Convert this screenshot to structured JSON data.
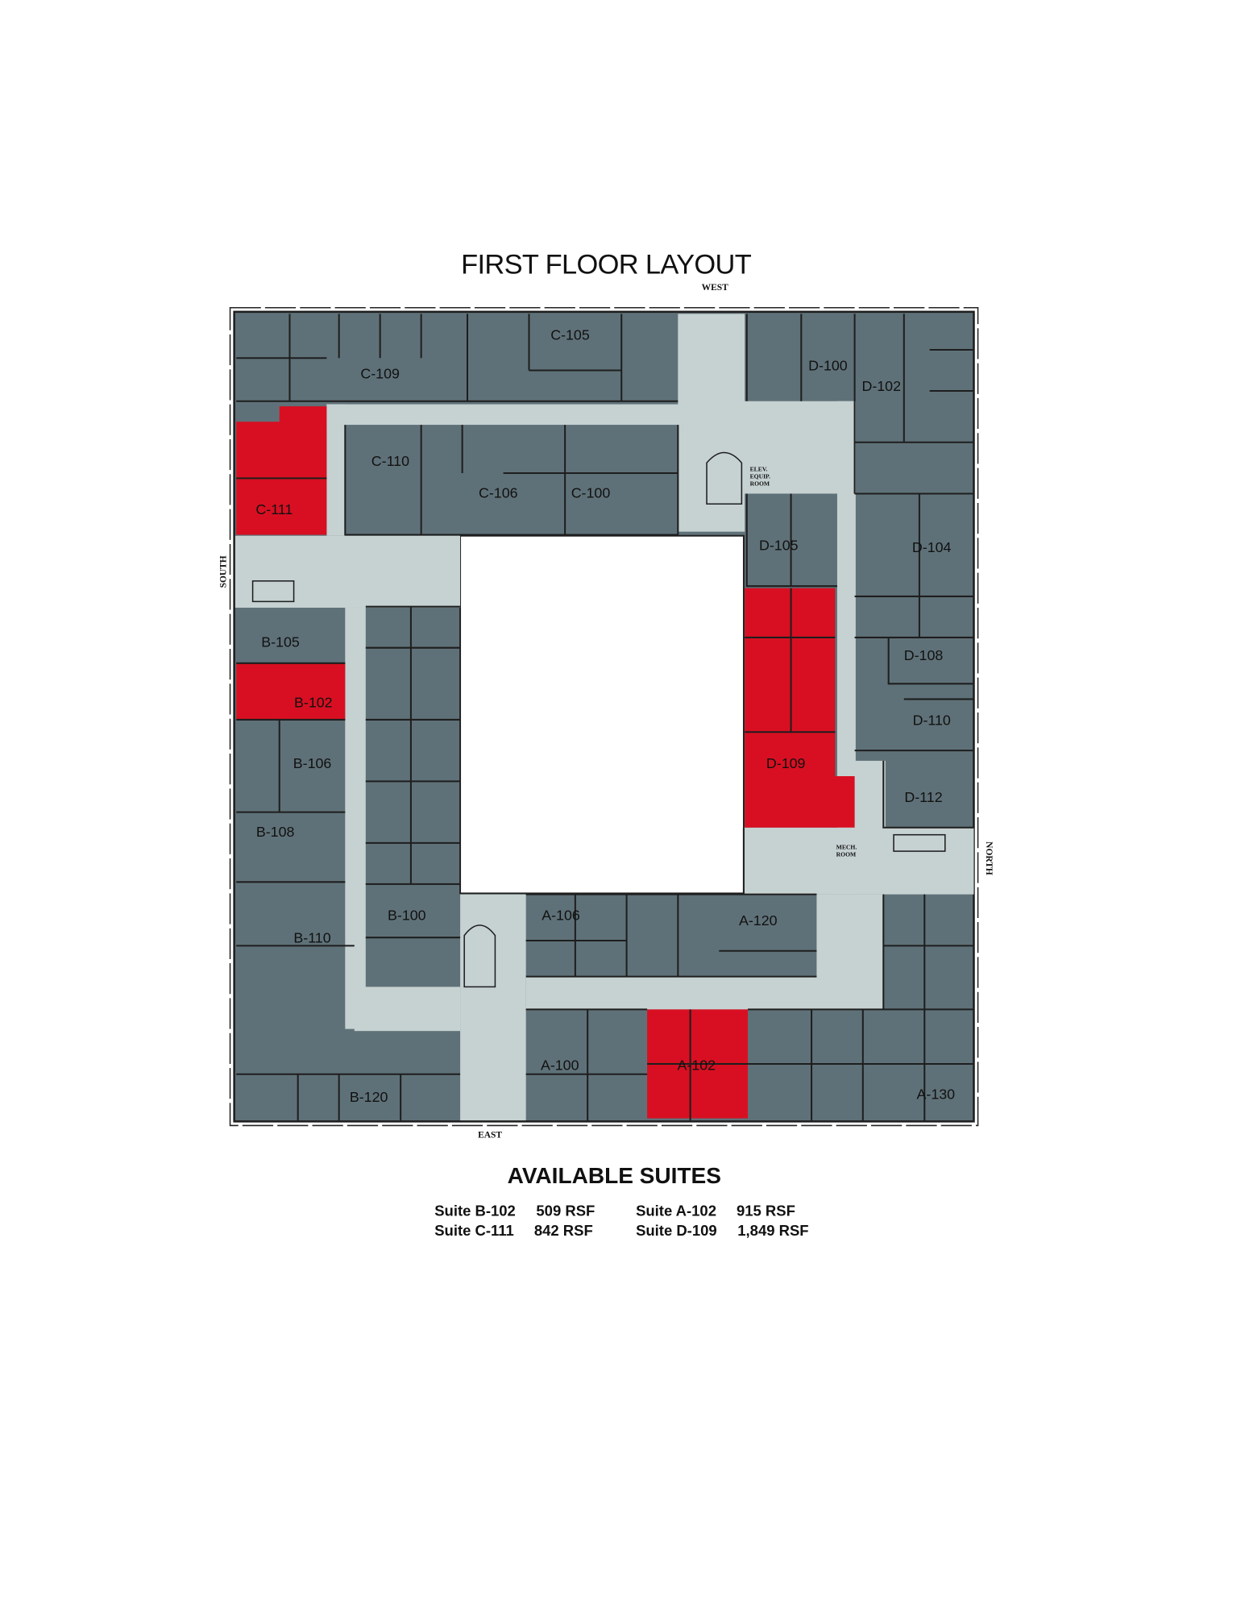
{
  "title": "FIRST FLOOR LAYOUT",
  "directions": {
    "west": "WEST",
    "south": "SOUTH",
    "north": "NORTH",
    "east": "EAST"
  },
  "small_labels": {
    "elev_1": "ELEV.",
    "elev_2": "EQUIP.",
    "elev_3": "ROOM",
    "mech_1": "MECH.",
    "mech_2": "ROOM"
  },
  "rooms": [
    {
      "label": "C-105",
      "available": false
    },
    {
      "label": "C-109",
      "available": false
    },
    {
      "label": "D-100",
      "available": false
    },
    {
      "label": "D-102",
      "available": false
    },
    {
      "label": "C-110",
      "available": false
    },
    {
      "label": "C-106",
      "available": false
    },
    {
      "label": "C-100",
      "available": false
    },
    {
      "label": "C-111",
      "available": true
    },
    {
      "label": "D-105",
      "available": false
    },
    {
      "label": "D-104",
      "available": false
    },
    {
      "label": "B-105",
      "available": false
    },
    {
      "label": "B-102",
      "available": true
    },
    {
      "label": "D-108",
      "available": false
    },
    {
      "label": "D-110",
      "available": false
    },
    {
      "label": "B-106",
      "available": false
    },
    {
      "label": "D-109",
      "available": true
    },
    {
      "label": "D-112",
      "available": false
    },
    {
      "label": "B-108",
      "available": false
    },
    {
      "label": "B-100",
      "available": false
    },
    {
      "label": "A-106",
      "available": false
    },
    {
      "label": "A-120",
      "available": false
    },
    {
      "label": "B-110",
      "available": false
    },
    {
      "label": "A-100",
      "available": false
    },
    {
      "label": "A-102",
      "available": true
    },
    {
      "label": "A-130",
      "available": false
    },
    {
      "label": "B-120",
      "available": false
    }
  ],
  "available_suites": {
    "heading": "AVAILABLE SUITES",
    "items": [
      {
        "suite": "Suite B-102",
        "area": "509 RSF"
      },
      {
        "suite": "Suite C-111",
        "area": "842 RSF"
      },
      {
        "suite": "Suite A-102",
        "area": "915 RSF"
      },
      {
        "suite": "Suite D-109",
        "area": "1,849 RSF"
      }
    ]
  },
  "colors": {
    "occupied": "#5f7178",
    "available": "#d80f22",
    "corridor": "#c6d1d1"
  }
}
